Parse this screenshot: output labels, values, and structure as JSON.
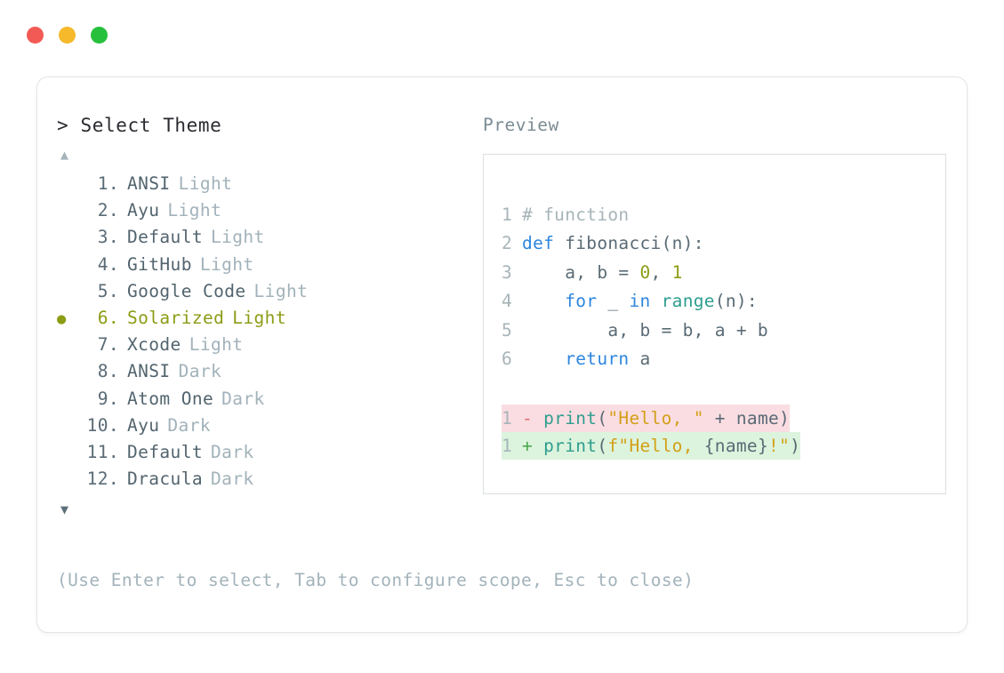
{
  "window": {
    "traffic_lights": [
      {
        "name": "close",
        "color": "#f25a56"
      },
      {
        "name": "minimize",
        "color": "#f5b92b"
      },
      {
        "name": "maximize",
        "color": "#27c03c"
      }
    ]
  },
  "picker": {
    "prompt": "> Select Theme",
    "scroll_up_icon": "▲",
    "scroll_down_icon": "▼",
    "selected_index": 6,
    "selected_color": "#8d9c15",
    "bullet_glyph": "●",
    "items": [
      {
        "index": "1.",
        "name": "ANSI",
        "variant": "Light",
        "selected": false
      },
      {
        "index": "2.",
        "name": "Ayu",
        "variant": "Light",
        "selected": false
      },
      {
        "index": "3.",
        "name": "Default",
        "variant": "Light",
        "selected": false
      },
      {
        "index": "4.",
        "name": "GitHub",
        "variant": "Light",
        "selected": false
      },
      {
        "index": "5.",
        "name": "Google Code",
        "variant": "Light",
        "selected": false
      },
      {
        "index": "6.",
        "name": "Solarized",
        "variant": "Light",
        "selected": true
      },
      {
        "index": "7.",
        "name": "Xcode",
        "variant": "Light",
        "selected": false
      },
      {
        "index": "8.",
        "name": "ANSI",
        "variant": "Dark",
        "selected": false
      },
      {
        "index": "9.",
        "name": "Atom One",
        "variant": "Dark",
        "selected": false
      },
      {
        "index": "10.",
        "name": "Ayu",
        "variant": "Dark",
        "selected": false
      },
      {
        "index": "11.",
        "name": "Default",
        "variant": "Dark",
        "selected": false
      },
      {
        "index": "12.",
        "name": "Dracula",
        "variant": "Dark",
        "selected": false
      }
    ]
  },
  "preview": {
    "label": "Preview",
    "code_lines": [
      {
        "num": "1",
        "tokens": [
          {
            "t": "# function",
            "c": "cmt"
          }
        ]
      },
      {
        "num": "2",
        "tokens": [
          {
            "t": "def",
            "c": "kw"
          },
          {
            "t": " fibonacci(n):",
            "c": "plain"
          }
        ]
      },
      {
        "num": "3",
        "tokens": [
          {
            "t": "    a, b = ",
            "c": "plain"
          },
          {
            "t": "0",
            "c": "num"
          },
          {
            "t": ", ",
            "c": "plain"
          },
          {
            "t": "1",
            "c": "num"
          }
        ]
      },
      {
        "num": "4",
        "tokens": [
          {
            "t": "    ",
            "c": "plain"
          },
          {
            "t": "for",
            "c": "kw"
          },
          {
            "t": " _ ",
            "c": "plain"
          },
          {
            "t": "in",
            "c": "kw"
          },
          {
            "t": " ",
            "c": "plain"
          },
          {
            "t": "range",
            "c": "fn"
          },
          {
            "t": "(n):",
            "c": "plain"
          }
        ]
      },
      {
        "num": "5",
        "tokens": [
          {
            "t": "        a, b = b, a + b",
            "c": "plain"
          }
        ]
      },
      {
        "num": "6",
        "tokens": [
          {
            "t": "    ",
            "c": "plain"
          },
          {
            "t": "return",
            "c": "kw"
          },
          {
            "t": " a",
            "c": "plain"
          }
        ]
      }
    ],
    "diff_lines": [
      {
        "num": "1",
        "kind": "del",
        "marker": "-",
        "tokens": [
          {
            "t": "print",
            "c": "fn"
          },
          {
            "t": "(",
            "c": "plain"
          },
          {
            "t": "\"Hello, \"",
            "c": "str"
          },
          {
            "t": " + name)",
            "c": "plain"
          }
        ]
      },
      {
        "num": "1",
        "kind": "add",
        "marker": "+",
        "tokens": [
          {
            "t": "print",
            "c": "fn"
          },
          {
            "t": "(",
            "c": "plain"
          },
          {
            "t": "f\"Hello, ",
            "c": "str"
          },
          {
            "t": "{name}",
            "c": "plain"
          },
          {
            "t": "!\"",
            "c": "str"
          },
          {
            "t": ")",
            "c": "plain"
          }
        ]
      }
    ]
  },
  "footer": {
    "hint": "(Use Enter to select, Tab to configure scope, Esc to close)"
  }
}
